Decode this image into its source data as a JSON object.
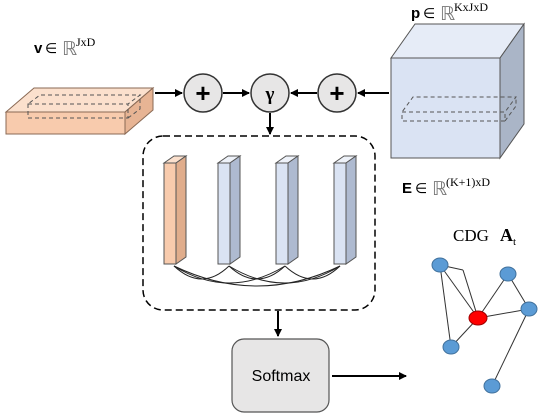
{
  "labels": {
    "v_symbol": "v",
    "v_in": "∈",
    "v_set": "ℝ",
    "v_dims": "JxD",
    "p_symbol": "p",
    "p_in": "∈",
    "p_set": "ℝ",
    "p_dims": "KxJxD",
    "e_symbol": "E",
    "e_in": "∈",
    "e_set": "ℝ",
    "e_dims": "(K+1)xD",
    "cdg_prefix": "CDG",
    "cdg_symbol": "A",
    "cdg_sub": "t",
    "plus_left": "+",
    "gamma": "γ",
    "plus_right": "+",
    "softmax": "Softmax"
  },
  "colors": {
    "v_tensor": "#f8cbad",
    "p_tensor": "#dae3f3",
    "node_blue": "#5b9bd5",
    "node_red": "#ff0000",
    "op_circle": "#e7e6e6",
    "softmax_box": "#e7e6e6"
  }
}
